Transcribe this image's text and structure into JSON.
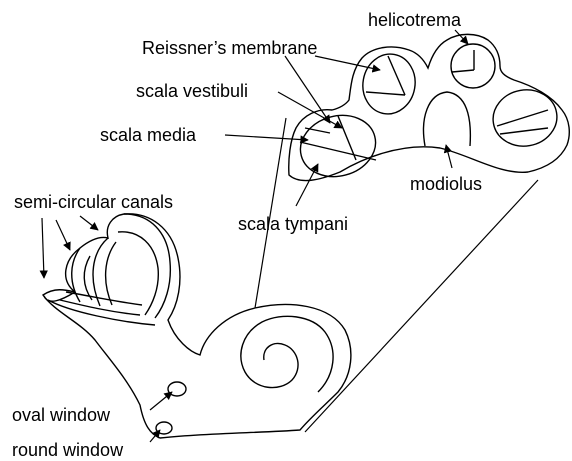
{
  "labels": {
    "helicotrema": "helicotrema",
    "reissners_membrane": "Reissner’s membrane",
    "scala_vestibuli": "scala vestibuli",
    "scala_media": "scala media",
    "modiolus": "modiolus",
    "semicircular_canals": "semi-circular canals",
    "scala_tympani": "scala tympani",
    "oval_window": "oval window",
    "round_window": "round window"
  },
  "colors": {
    "stroke": "#000000",
    "background": "#ffffff"
  }
}
